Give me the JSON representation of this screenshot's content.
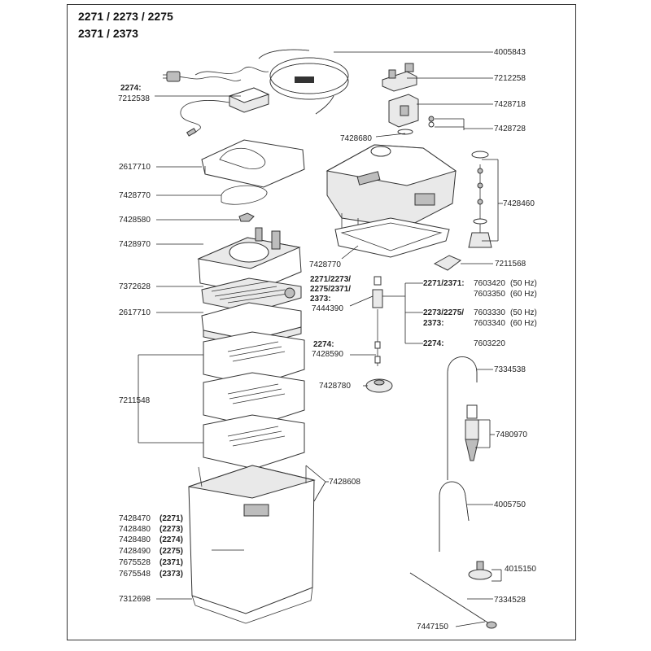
{
  "title_lines": [
    "2271 / 2273 / 2275",
    "2371 / 2373"
  ],
  "labels": {
    "hose": "4005843",
    "tap_top": "7212258",
    "tap_block": "7428718",
    "orings_small": "7428728",
    "oring_ring": "7428680",
    "psu_model": "2274:",
    "psu": "7212538",
    "lid_plate": "2617710",
    "lid_seal": "7428770",
    "knob": "7428580",
    "top_insert": "7428970",
    "grid_tray": "7372628",
    "pad": "2617710",
    "baskets": "7211548",
    "canister_clips": "7428608",
    "head_seal": "7428770",
    "tubes_valve": "7428460",
    "small_part": "7211568",
    "impeller_models_a": "2271/2273/",
    "impeller_models_b": "2275/2371/",
    "impeller_models_c": "2373:",
    "impeller": "7444390",
    "impeller_axle_model": "2274:",
    "impeller_axle": "7428590",
    "impeller_cover": "7428780",
    "motor_2271_2371_model": "2271/2371:",
    "motor_50hz_a": "7603420",
    "motor_50hz_a_note": "(50 Hz)",
    "motor_60hz_a": "7603350",
    "motor_60hz_a_note": "(60 Hz)",
    "motor_2273_model_a": "2273/2275/",
    "motor_2273_model_b": "2373:",
    "motor_50hz_b": "7603330",
    "motor_50hz_b_note": "(50 Hz)",
    "motor_60hz_b": "7603340",
    "motor_60hz_b_note": "(60 Hz)",
    "motor_2274_model": "2274:",
    "motor_2274": "7603220",
    "intake_pipe": "7334538",
    "intake_strainer": "7480970",
    "outflow_pipe": "4005750",
    "suction_cup": "4015150",
    "spray_bar": "7334528",
    "end_cap": "7447150",
    "canister_base": "7312698"
  },
  "canister_list": [
    {
      "part": "7428470",
      "model": "(2271)"
    },
    {
      "part": "7428480",
      "model": "(2273)"
    },
    {
      "part": "7428480",
      "model": "(2274)"
    },
    {
      "part": "7428490",
      "model": "(2275)"
    },
    {
      "part": "7675528",
      "model": "(2371)"
    },
    {
      "part": "7675548",
      "model": "(2373)"
    }
  ]
}
